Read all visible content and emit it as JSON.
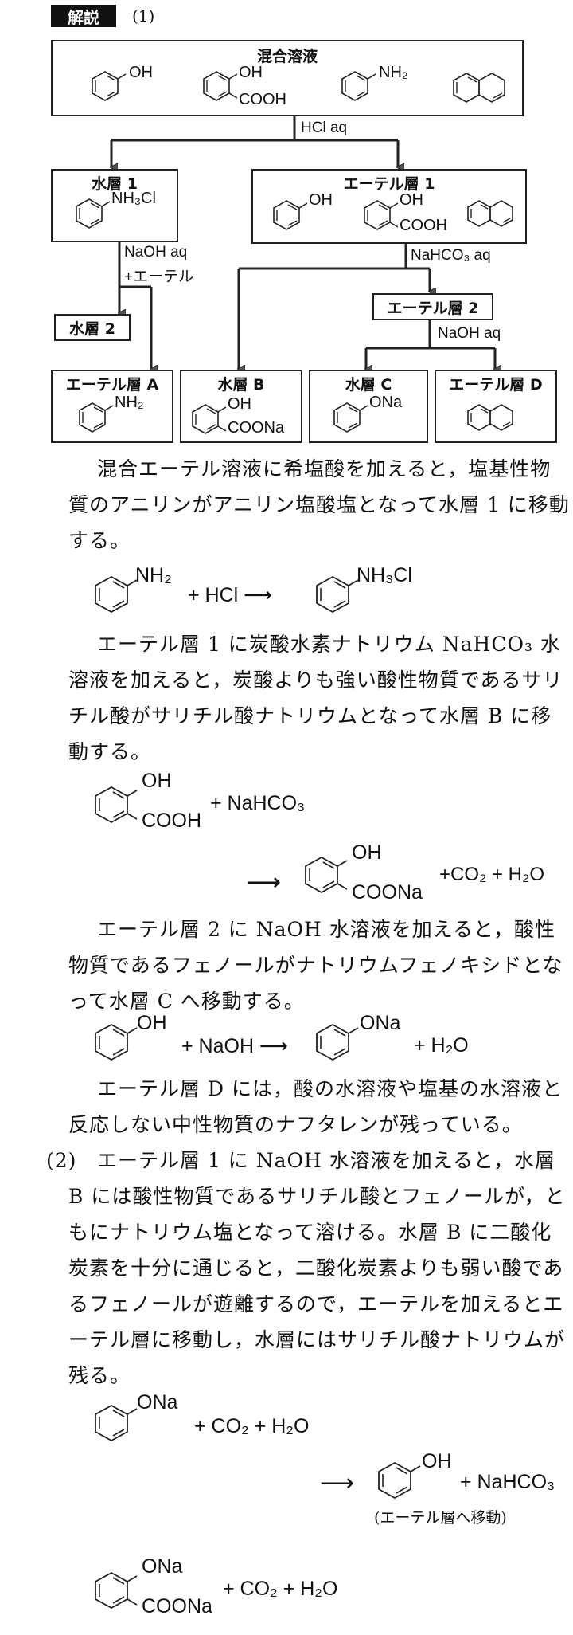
{
  "header": {
    "badge": "解説",
    "part1": "(1)"
  },
  "flow": {
    "top_box": "混合溶液",
    "hcl": "HCl aq",
    "aq1": {
      "title": "水層 1",
      "label": "NH₃Cl"
    },
    "eth1": {
      "title": "エーテル層 1"
    },
    "naoh_ether_1": "NaOH aq",
    "naoh_ether_2": "+エーテル",
    "nahco3": "NaHCO₃ aq",
    "aq2": "水層 2",
    "eth2": "エーテル層 2",
    "naoh2": "NaOH aq",
    "ethA": {
      "title": "エーテル層 A",
      "label": "NH₂"
    },
    "aqB": {
      "title": "水層 B",
      "label_top": "OH",
      "label_bot": "COONa"
    },
    "aqC": {
      "title": "水層 C",
      "label": "ONa"
    },
    "ethD": {
      "title": "エーテル層 D"
    },
    "labels": {
      "oh": "OH",
      "cooh": "COOH",
      "nh2": "NH₂"
    }
  },
  "text": {
    "p1": "混合エーテル溶液に希塩酸を加えると，塩基性物質のアニリンがアニリン塩酸塩となって水層 1 に移動する。",
    "p2": "エーテル層 1 に炭酸水素ナトリウム NaHCO₃ 水溶液を加えると，炭酸よりも強い酸性物質であるサリチル酸がサリチル酸ナトリウムとなって水層 B に移動する。",
    "p3": "エーテル層 2 に NaOH 水溶液を加えると，酸性物質であるフェノールがナトリウムフェノキシドとなって水層 C へ移動する。",
    "p4": "エーテル層 D には，酸の水溶液や塩基の水溶液と反応しない中性物質のナフタレンが残っている。",
    "part2": "(2)",
    "p5": "エーテル層 1 に NaOH 水溶液を加えると，水層 B には酸性物質であるサリチル酸とフェノールが，ともにナトリウム塩となって溶ける。水層 B に二酸化炭素を十分に通じると，二酸化炭素よりも弱い酸であるフェノールが遊離するので，エーテルを加えるとエーテル層に移動し，水層にはサリチル酸ナトリウムが残る。"
  },
  "reactions": {
    "r1": {
      "nh2": "NH₂",
      "plus": "+ HCl ⟶",
      "prod": "NH₃Cl"
    },
    "r2": {
      "oh": "OH",
      "cooh": "COOH",
      "plus": "+ NaHCO₃",
      "arrow": "⟶",
      "p_oh": "OH",
      "p_coona": "COONa",
      "tail": "+CO₂ + H₂O"
    },
    "r3": {
      "oh": "OH",
      "mid": "+ NaOH ⟶",
      "ona": "ONa",
      "tail": "+ H₂O"
    },
    "r4": {
      "ona": "ONa",
      "plus": "+ CO₂ + H₂O",
      "arrow": "⟶",
      "oh": "OH",
      "tail": "+ NaHCO₃",
      "note": "(エーテル層へ移動)"
    },
    "r5": {
      "ona": "ONa",
      "coona": "COONa",
      "plus": "+ CO₂ + H₂O"
    }
  }
}
